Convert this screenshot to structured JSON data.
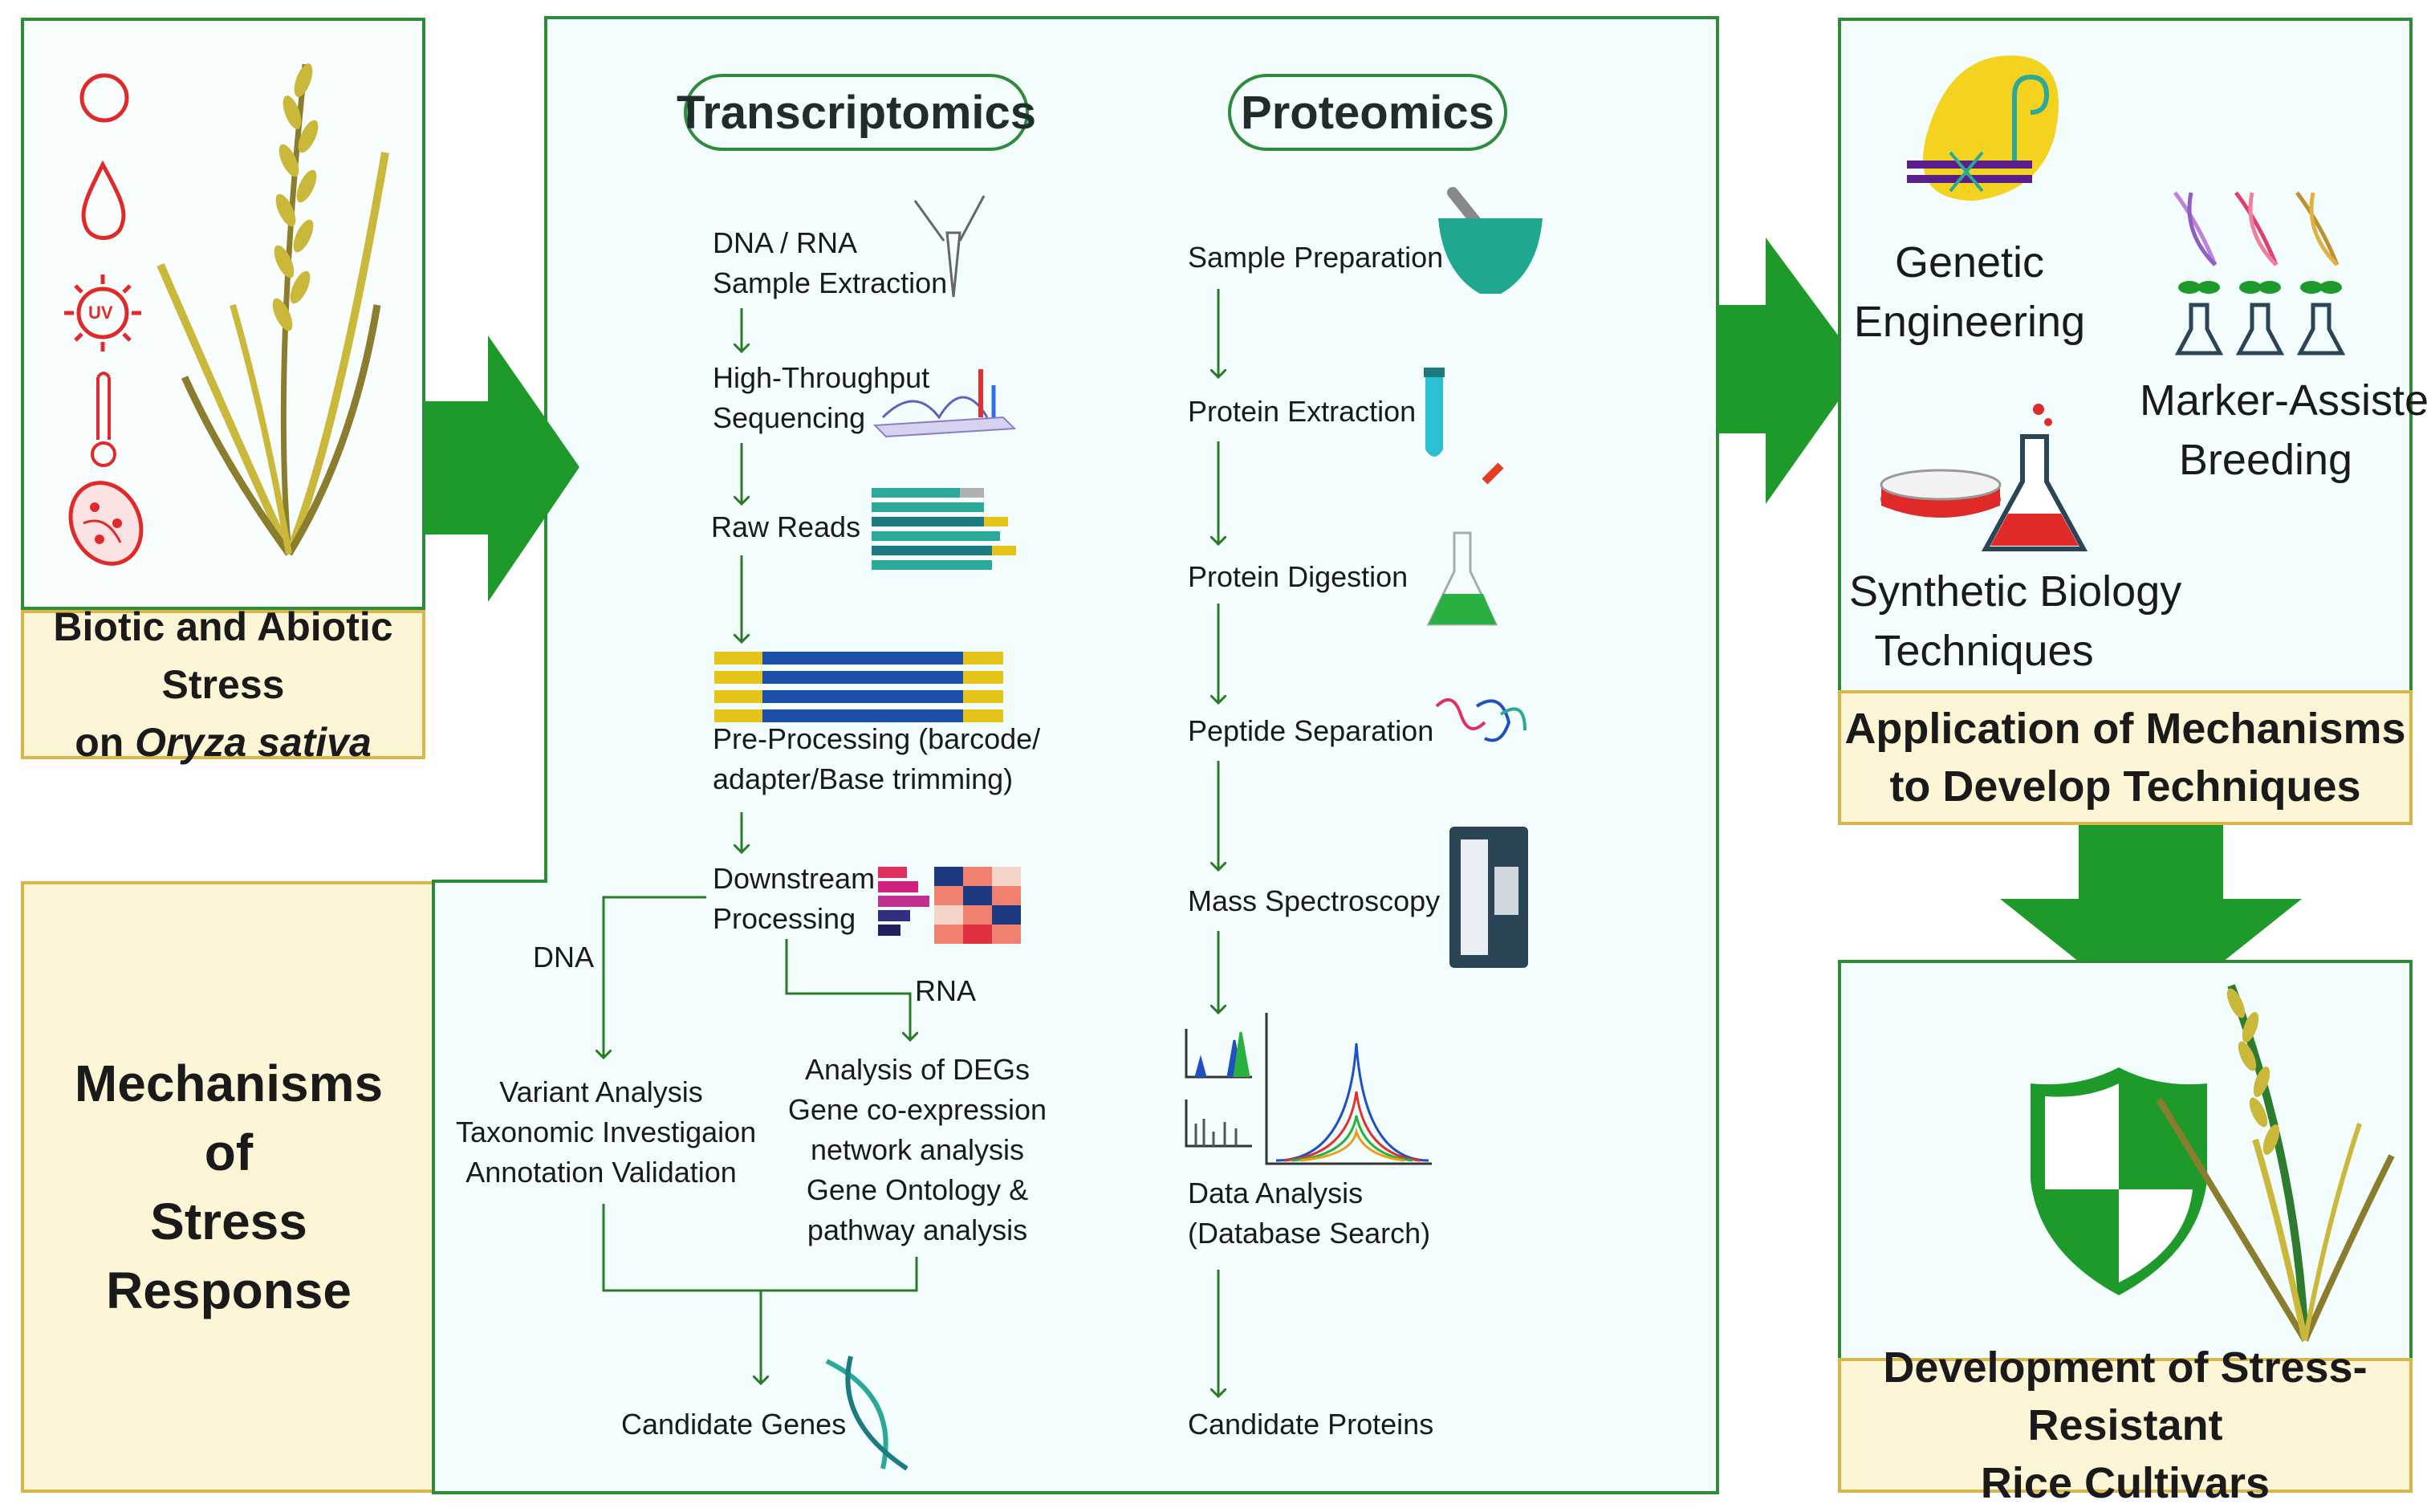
{
  "colors": {
    "panel_border": "#2e8b3a",
    "panel_fill": "#f3fdfd",
    "label_fill": "#fdf6d6",
    "label_border": "#d9b64a",
    "arrow_green": "#1e9a2a",
    "stress_red": "#e02a2a",
    "plant_gold": "#c9b83a",
    "plant_olive": "#8a7d2e"
  },
  "stress": {
    "label_line1": "Biotic and Abiotic Stress",
    "label_line2_prefix": "on ",
    "label_line2_italic": "Oryza sativa",
    "uv_text": "UV"
  },
  "mechanisms": {
    "line1": "Mechanisms",
    "line2": "of",
    "line3": "Stress Response"
  },
  "transcriptomics": {
    "title": "Transcriptomics",
    "step1_line1": "DNA / RNA",
    "step1_line2": "Sample Extraction",
    "step2_line1": "High-Throughput",
    "step2_line2": "Sequencing",
    "step3": "Raw Reads",
    "step4_line1": "Pre-Processing (barcode/",
    "step4_line2": "adapter/Base trimming)",
    "step5_line1": "Downstream",
    "step5_line2": "Processing",
    "branch_dna": "DNA",
    "branch_rna": "RNA",
    "dna_results": [
      "Variant Analysis",
      "Taxonomic Investigaion",
      "Annotation Validation"
    ],
    "rna_results": [
      "Analysis of DEGs",
      "Gene co-expression",
      "network analysis",
      "Gene Ontology &",
      "pathway analysis"
    ],
    "final": "Candidate Genes"
  },
  "proteomics": {
    "title": "Proteomics",
    "step1": "Sample Preparation",
    "step2": "Protein Extraction",
    "step3": "Protein Digestion",
    "step4": "Peptide Separation",
    "step5": "Mass Spectroscopy",
    "step6_line1": "Data Analysis",
    "step6_line2": "(Database Search)",
    "final": "Candidate Proteins"
  },
  "applications": {
    "genetic_line1": "Genetic",
    "genetic_line2": "Engineering",
    "marker_line1": "Marker-Assisted",
    "marker_line2": "Breeding",
    "synthetic_line1": "Synthetic Biology",
    "synthetic_line2": "Techniques",
    "label_line1": "Application of Mechanisms",
    "label_line2": "to Develop Techniques"
  },
  "development": {
    "label_line1": "Development of Stress-Resistant",
    "label_line2": "Rice Cultivars"
  }
}
